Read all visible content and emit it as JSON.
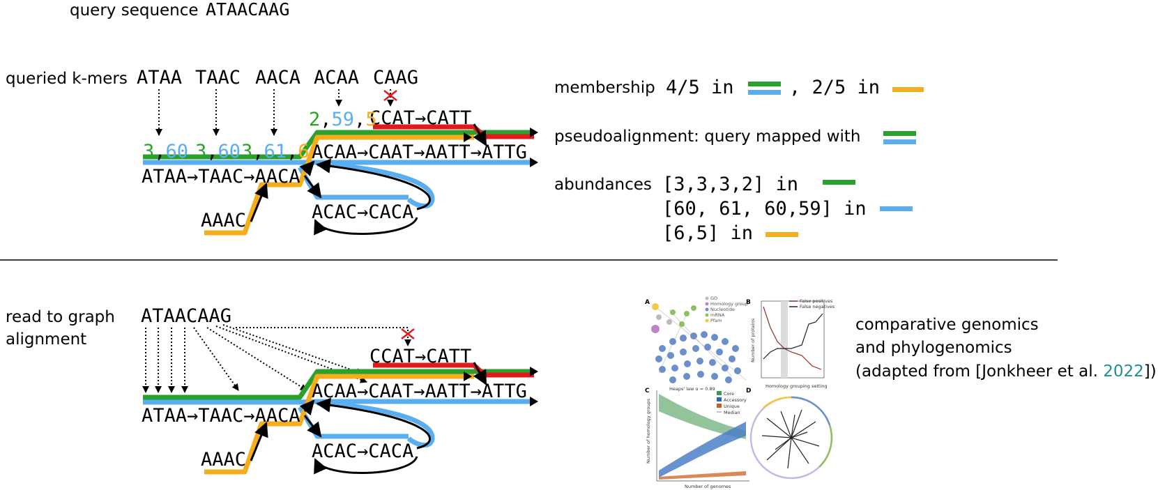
{
  "colors": {
    "green": "#2ca02c",
    "blue": "#5aaef0",
    "orange": "#f5ad1b",
    "red": "#e31a1c",
    "teal": "#1f8f8f",
    "black": "#000000"
  },
  "top": {
    "query_label": "query sequence",
    "query_seq": "ATAACAAG",
    "kmers_label": "queried k-mers",
    "kmers": [
      "ATAA",
      "TAAC",
      "AACA",
      "ACAA",
      "CAAG"
    ],
    "counts": {
      "a_green": "3",
      "a_sep": ",",
      "a_blue": "60",
      "b_green": "3",
      "b_sep": ",",
      "b_blue": "60",
      "c_green": "3",
      "c_sep1": ",",
      "c_blue": "61",
      "c_sep2": ",",
      "c_orange": "6",
      "d_green": "2",
      "d_sep1": ",",
      "d_blue": "59",
      "d_sep2": ",",
      "d_orange": "5"
    },
    "membership_label": "membership",
    "membership_a": "4/5 in",
    "membership_b": ", 2/5 in",
    "pseudo_label": "pseudoalignment: query mapped with",
    "abundances_label": "abundances",
    "abund_green": "[3,3,3,2] in",
    "abund_blue": "[60, 61, 60,59] in",
    "abund_orange": "[6,5] in"
  },
  "graph": {
    "nodes": {
      "atta_row": "ATAA→TAAC→AACA",
      "acaa_row": "ACAA→CAAT→AATT→ATTG",
      "ccat_row": "CCAT→CATT",
      "acac_row": "ACAC→CACA",
      "aaac": "AAAC"
    }
  },
  "bottom": {
    "read_label_1": "read to graph",
    "read_label_2": "alignment",
    "read_seq": "ATAACAAG",
    "figure_panels": {
      "a": "A",
      "b": "B",
      "c": "C",
      "d": "D",
      "a_legend": [
        "GO",
        "Homology group",
        "Nucleotide",
        "mRNA",
        "Pfam"
      ],
      "b_legend": [
        "False positives",
        "False negatives"
      ],
      "b_xlabel": "Homology grouping setting",
      "b_ylabel": "Number of proteins",
      "c_title": "Heaps' law α = 0.89",
      "c_legend": [
        "Core",
        "Accessory",
        "Unique",
        "Median"
      ],
      "c_xlabel": "Number of genomes",
      "c_ylabel": "Number of homology groups"
    },
    "caption_1": "comparative genomics",
    "caption_2": "and phylogenomics",
    "caption_3a": "(adapted from [Jonkheer et al. ",
    "caption_3b": "2022",
    "caption_3c": "])"
  }
}
